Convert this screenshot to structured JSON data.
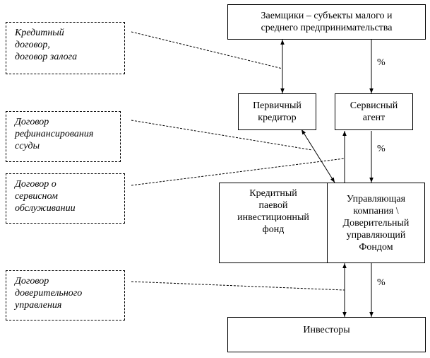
{
  "nodes": {
    "borrowers": "Заемщики – субъекты малого и\nсреднего предпринимательства",
    "primary_creditor": "Первичный\nкредитор",
    "service_agent": "Сервисный\nагент",
    "credit_fund": "Кредитный\nпаевой\nинвестиционный\nфонд",
    "management_company": "Управляющая\nкомпания \\\nДоверительный\nуправляющий\nФондом",
    "investors": "Инвесторы"
  },
  "notes": {
    "credit_agreement": "Кредитный\nдоговор,\nдоговор залога",
    "refinancing_agreement": "Договор\nрефинансирования\nссуды",
    "service_agreement": "Договор о\nсервисном\nобслуживании",
    "trust_agreement": "Договор\nдоверительного\nуправления"
  },
  "flow_labels": {
    "borrowers_to_service_agent": "%",
    "service_agent_to_company": "%",
    "company_to_investors": "%"
  }
}
